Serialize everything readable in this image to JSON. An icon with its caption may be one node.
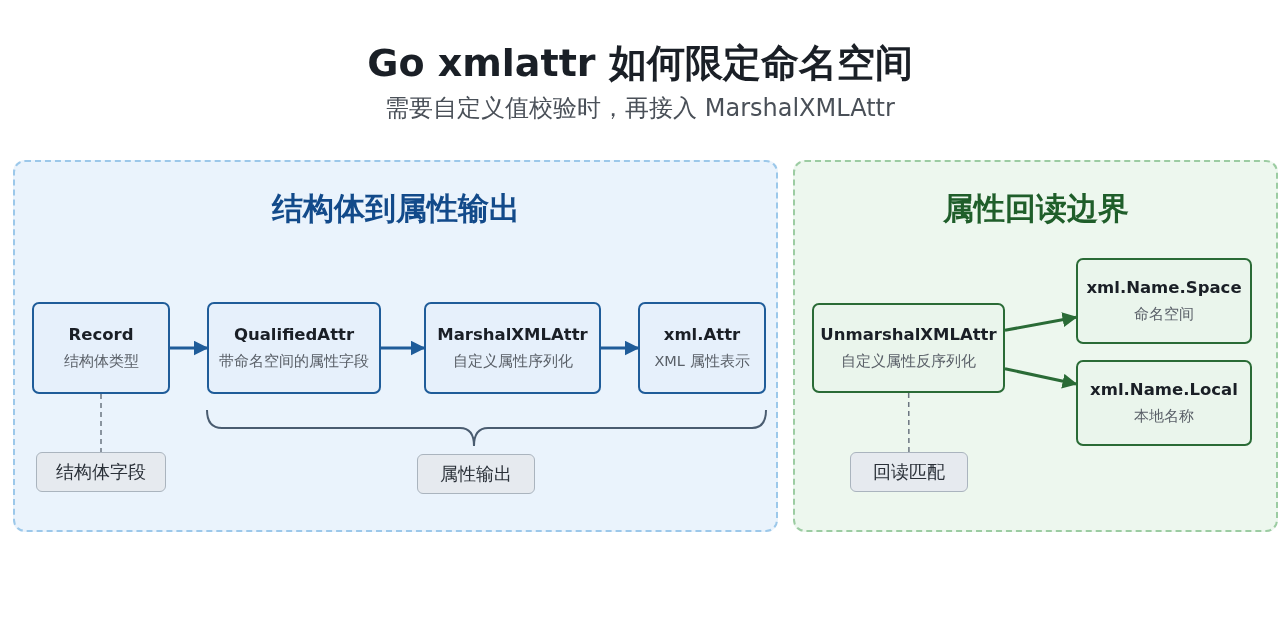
{
  "diagram": {
    "title": "Go xmlattr 如何限定命名空间",
    "nodes": [
      {
        "text": [
          "结构体到属性输出"
        ]
      },
      {
        "text": [
          "Record",
          "结构体类型"
        ],
        "in": 0
      },
      {
        "text": [
          "QualifiedAttr",
          "带命名空间的属性字段"
        ],
        "in": 0
      },
      {
        "text": [
          "MarshalXMLAttr",
          "自定义属性序列化"
        ],
        "in": 0
      },
      {
        "text": [
          "xml.Attr",
          "XML 属性表示"
        ],
        "in": 0
      },
      {
        "text": [
          "结构体字段"
        ],
        "in": 0
      },
      {
        "text": [
          "属性输出"
        ],
        "in": 0
      },
      {
        "text": [
          "属性回读边界"
        ]
      },
      {
        "text": [
          "UnmarshalXMLAttr",
          "自定义属性反序列化"
        ],
        "in": 7
      },
      {
        "text": [
          "xml.Name.Space",
          "命名空间"
        ],
        "in": 7
      },
      {
        "text": [
          "xml.Name.Local",
          "本地名称"
        ],
        "in": 7
      },
      {
        "text": [
          "回读匹配"
        ],
        "in": 7
      }
    ],
    "edges": [
      {
        "from": 1,
        "to": 2,
        "arrow": "to"
      },
      {
        "from": 2,
        "to": 3,
        "arrow": "to"
      },
      {
        "from": 3,
        "to": 4,
        "arrow": "to"
      },
      {
        "from": 1,
        "to": 5,
        "arrow": "none",
        "style": "dashed",
        "color": "#6b7580"
      },
      {
        "from": 8,
        "to": 9,
        "arrow": "to",
        "color": "#2a6b36"
      },
      {
        "from": 8,
        "to": 10,
        "arrow": "to",
        "color": "#2a6b36"
      },
      {
        "from": 8,
        "to": 11,
        "arrow": "none",
        "style": "dashed",
        "color": "#6b7580"
      }
    ],
    "labels": [
      "需要自定义值校验时，再接入 MarshalXMLAttr"
    ]
  }
}
